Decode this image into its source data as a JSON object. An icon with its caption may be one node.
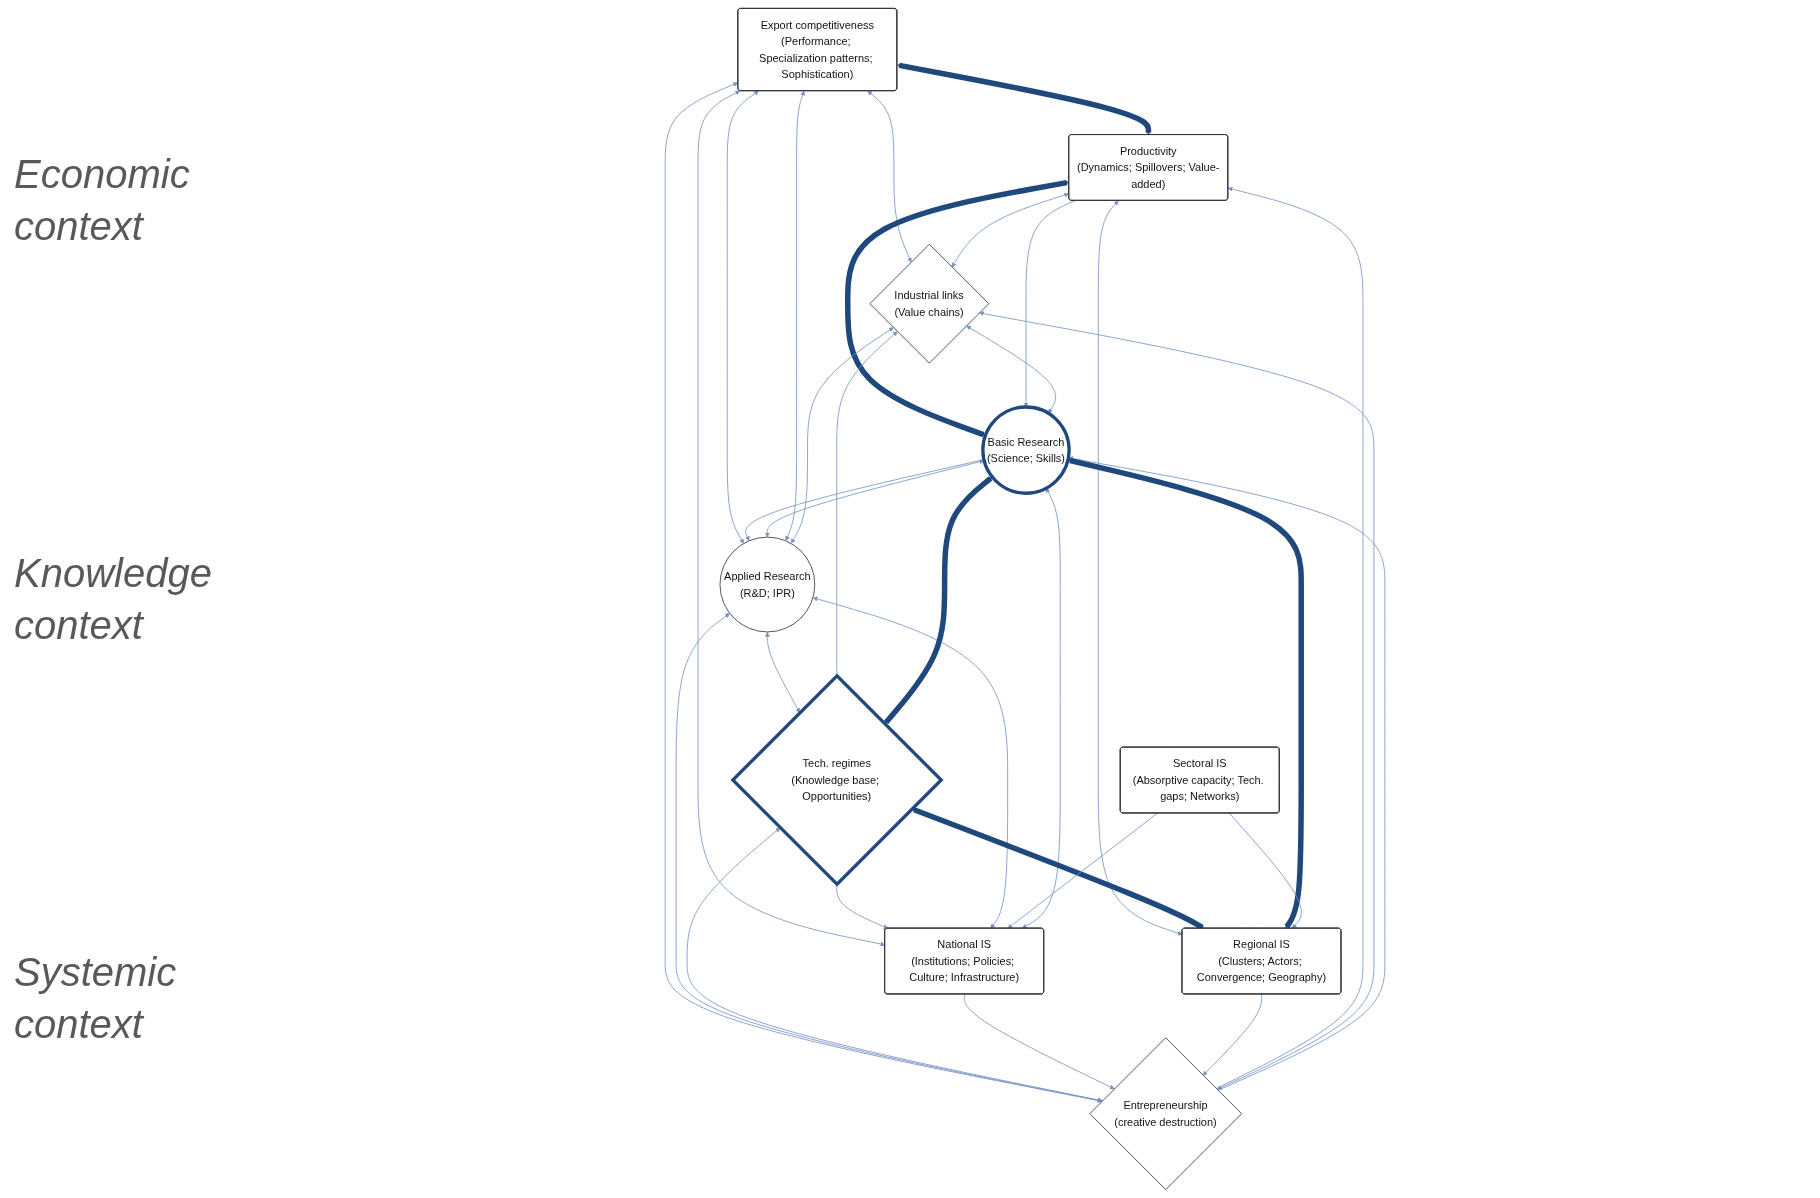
{
  "diagram": {
    "nodes": [
      {
        "text": [
          "Export competitiveness",
          "(Performance; Specialization patterns; Sophistication)"
        ]
      },
      {
        "text": [
          "Productivity",
          "(Dynamics; Spillovers; Value-added)"
        ]
      },
      {
        "text": [
          "Entrepreneurship",
          "(creative destruction)"
        ]
      },
      {
        "text": [
          "Industrial links",
          "(Value chains)"
        ]
      },
      {
        "text": [
          "Applied Research",
          "(R&D; IPR)"
        ]
      },
      {
        "text": [
          "Basic Research",
          "(Science; Skills)"
        ]
      },
      {
        "text": [
          "Tech. regimes",
          "(Knowledge base; Opportunities)"
        ]
      },
      {
        "text": [
          "National IS",
          "(Institutions; Policies; Culture; Infrastructure)"
        ]
      },
      {
        "text": [
          "Sectoral IS",
          "(Absorptive capacity; Tech. gaps; Networks)"
        ]
      },
      {
        "text": [
          "Regional IS",
          "(Clusters; Actors; Convergence; Geography)"
        ]
      }
    ],
    "edges": [
      {
        "from": 0,
        "to": 1,
        "arrow": "both",
        "style": "thick",
        "color": "#1f497d"
      },
      {
        "from": 0,
        "to": 2,
        "arrow": "both"
      },
      {
        "from": 0,
        "to": 3,
        "arrow": "both"
      },
      {
        "from": 0,
        "to": 4,
        "arrow": "both"
      },
      {
        "from": 4,
        "to": 0,
        "arrow": "both"
      },
      {
        "from": 0,
        "to": 7,
        "arrow": "both"
      },
      {
        "from": 2,
        "to": 1,
        "arrow": "to"
      },
      {
        "from": 1,
        "to": 3,
        "arrow": "both"
      },
      {
        "from": 1,
        "to": 5,
        "arrow": "both",
        "style": "thick",
        "color": "#1f497d"
      },
      {
        "from": 1,
        "to": 5,
        "arrow": "to"
      },
      {
        "from": 1,
        "to": 9,
        "arrow": "both"
      },
      {
        "from": 2,
        "to": 3,
        "arrow": "both"
      },
      {
        "from": 2,
        "to": 5,
        "arrow": "to"
      },
      {
        "from": 4,
        "to": 2,
        "arrow": "both"
      },
      {
        "from": 4,
        "to": 3,
        "arrow": "both"
      },
      {
        "from": 3,
        "to": 5,
        "arrow": "both"
      },
      {
        "from": 5,
        "to": 4,
        "arrow": "to"
      },
      {
        "from": 5,
        "to": 4,
        "arrow": "both"
      },
      {
        "from": 6,
        "to": 2,
        "arrow": "both"
      },
      {
        "from": 7,
        "to": 2,
        "arrow": "to"
      },
      {
        "from": 9,
        "to": 2,
        "arrow": "to"
      },
      {
        "from": 6,
        "to": 3,
        "arrow": "to"
      },
      {
        "from": 4,
        "to": 6,
        "arrow": "both"
      },
      {
        "from": 6,
        "to": 7,
        "arrow": "to"
      },
      {
        "from": 7,
        "to": 5,
        "arrow": "both"
      },
      {
        "from": 4,
        "to": 7,
        "arrow": "both"
      },
      {
        "from": 6,
        "to": 5,
        "arrow": "both",
        "style": "thick",
        "color": "#1f497d"
      },
      {
        "from": 6,
        "to": 9,
        "arrow": "both",
        "style": "thick",
        "color": "#1f497d"
      },
      {
        "from": 5,
        "to": 9,
        "arrow": "both",
        "style": "thick",
        "color": "#1f497d"
      },
      {
        "from": 8,
        "to": 7,
        "arrow": "to"
      },
      {
        "from": 8,
        "to": 9,
        "arrow": "to"
      }
    ],
    "labels": [
      "Economic context",
      "Knowledge context",
      "Systemic context"
    ]
  }
}
